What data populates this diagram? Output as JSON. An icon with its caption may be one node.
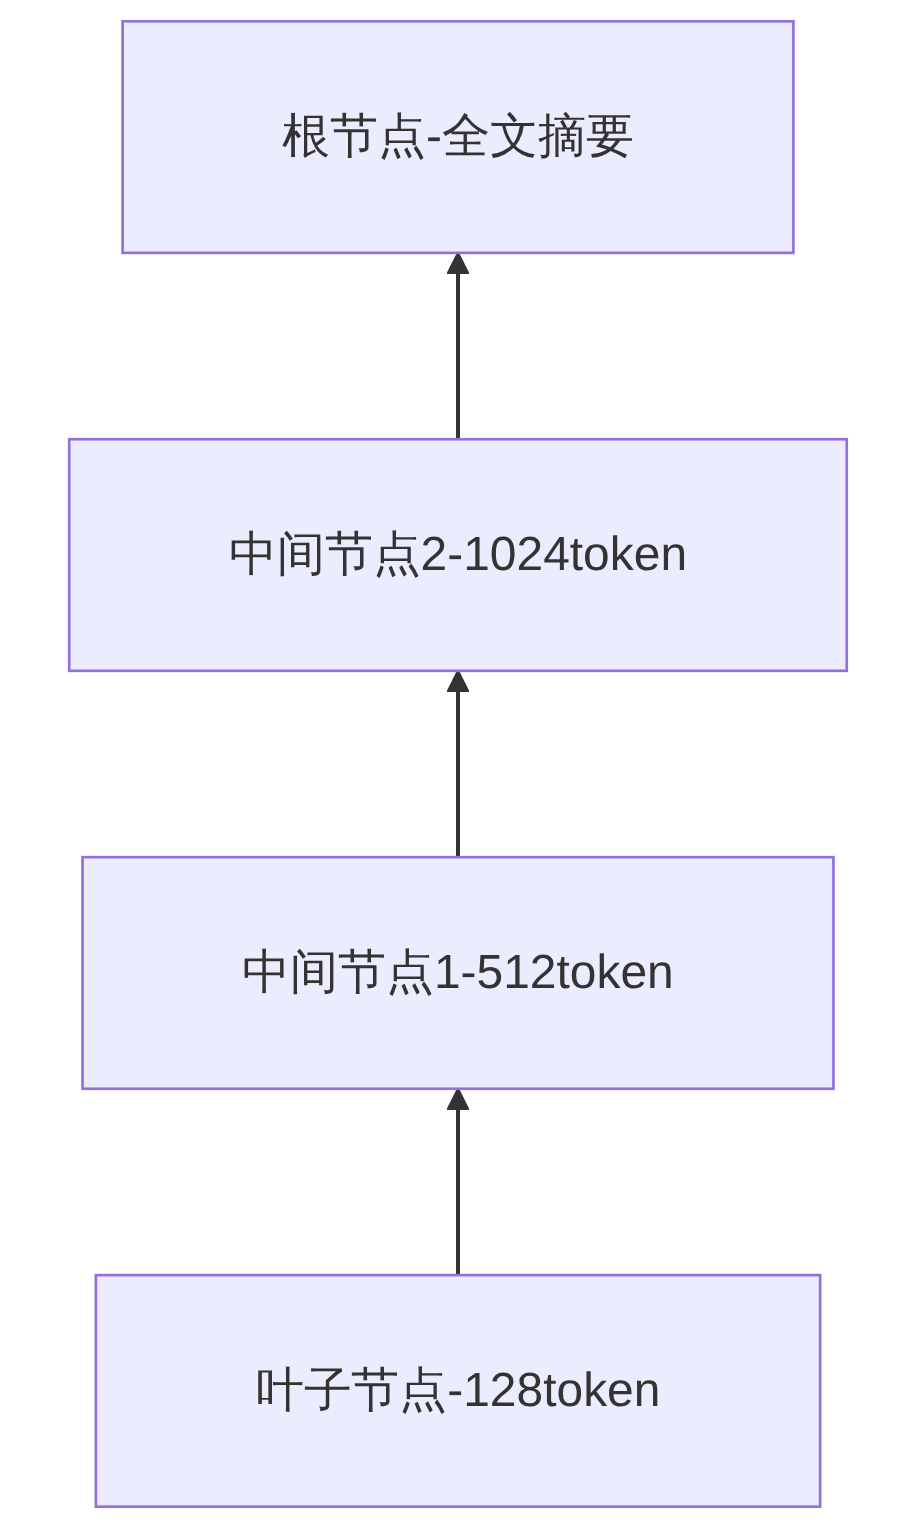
{
  "diagram": {
    "nodes": [
      {
        "text": [
          "根节点-全文摘要"
        ]
      },
      {
        "text": [
          "中间节点2-1024token"
        ]
      },
      {
        "text": [
          "中间节点1-512token"
        ]
      },
      {
        "text": [
          "叶子节点-128token"
        ]
      }
    ],
    "edges": [
      {
        "from": 3,
        "to": 2,
        "arrow": "to"
      },
      {
        "from": 2,
        "to": 1,
        "arrow": "to"
      },
      {
        "from": 1,
        "to": 0,
        "arrow": "to"
      }
    ]
  }
}
